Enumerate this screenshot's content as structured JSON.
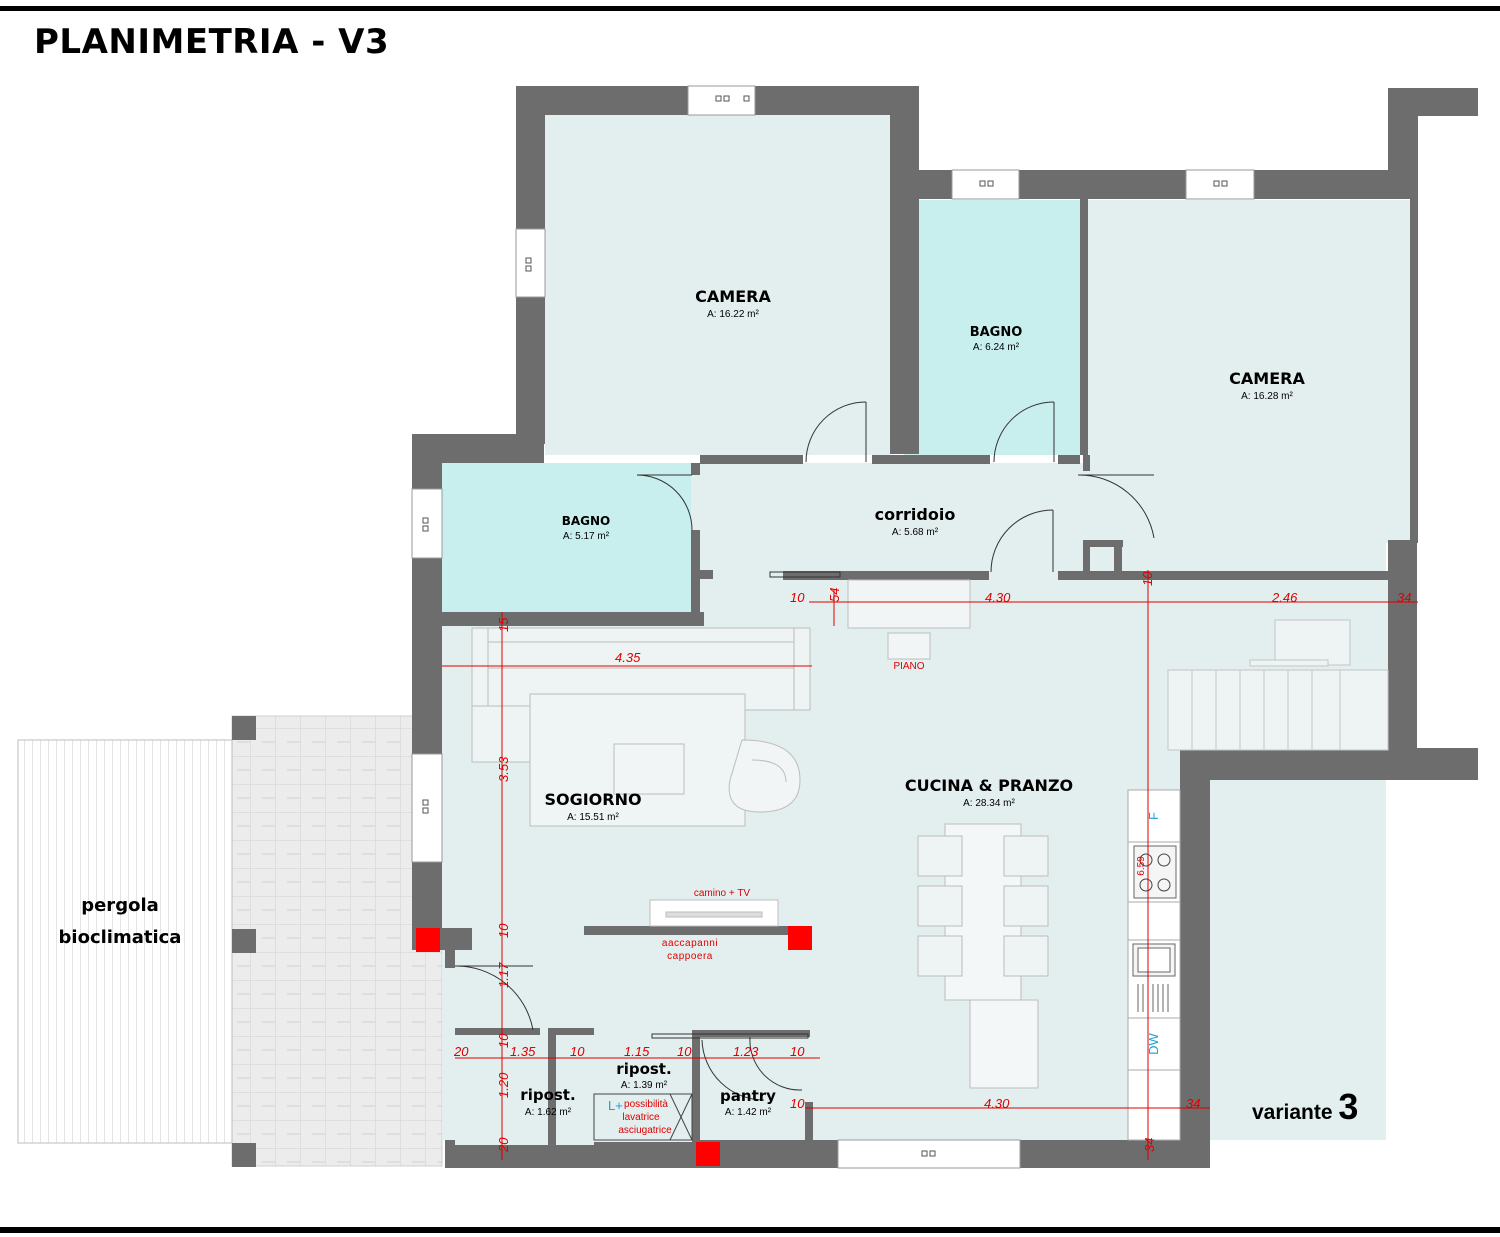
{
  "title": "PLANIMETRIA - V3",
  "variant": {
    "label": "variante",
    "number": "3"
  },
  "colors": {
    "wall": "#6d6d6d",
    "floor": "#e3eeee",
    "bath": "#c8eeee",
    "dimension": "#e00000",
    "column": "#ff0000",
    "appliance_text": "#1aa0d8"
  },
  "rooms": {
    "camera_1": {
      "name": "CAMERA",
      "area": "A: 16.22 m²"
    },
    "bagno_1": {
      "name": "BAGNO",
      "area": "A: 6.24 m²"
    },
    "camera_2": {
      "name": "CAMERA",
      "area": "A: 16.28 m²"
    },
    "bagno_2": {
      "name": "BAGNO",
      "area": "A: 5.17 m²"
    },
    "corridoio": {
      "name": "corridoio",
      "area": "A: 5.68 m²"
    },
    "sogiorno": {
      "name": "SOGIORNO",
      "area": "A: 15.51 m²"
    },
    "cucina": {
      "name": "CUCINA & PRANZO",
      "area": "A: 28.34 m²"
    },
    "ripost_1": {
      "name": "ripost.",
      "area": "A: 1.62 m²"
    },
    "ripost_2": {
      "name": "ripost.",
      "area": "A: 1.39 m²"
    },
    "pantry": {
      "name": "pantry",
      "area": "A: 1.42 m²"
    }
  },
  "pergola": {
    "line1": "pergola",
    "line2": "bioclimatica"
  },
  "notes": {
    "piano": "PIANO",
    "camino": "camino + TV",
    "attaccapanni_1": "aaccapanni",
    "attaccapanni_2": "cappoera",
    "lavatrice_1": "possibilità",
    "lavatrice_2": "lavatrice",
    "lavatrice_3": "asciugatrice",
    "lplus": "L+"
  },
  "appliances": {
    "fridge": "F",
    "dishwasher": "DW",
    "cooktop": "6.59"
  },
  "dimensions": {
    "d_10a": "10",
    "d_54": "54",
    "d_430a": "4.30",
    "d_10b": "10",
    "d_246": "2.46",
    "d_34a": "34",
    "d_15": "15",
    "d_435": "4.35",
    "d_353": "3.53",
    "d_10c": "10",
    "d_117": "1.17",
    "d_20a": "20",
    "d_10d": "10",
    "d_135": "1.35",
    "d_10e": "10",
    "d_115": "1.15",
    "d_10f": "10",
    "d_123": "1.23",
    "d_10g": "10",
    "d_120": "1.20",
    "d_20b": "20",
    "d_10h": "10",
    "d_430b": "4.30",
    "d_34b": "34",
    "d_34c": "34"
  }
}
